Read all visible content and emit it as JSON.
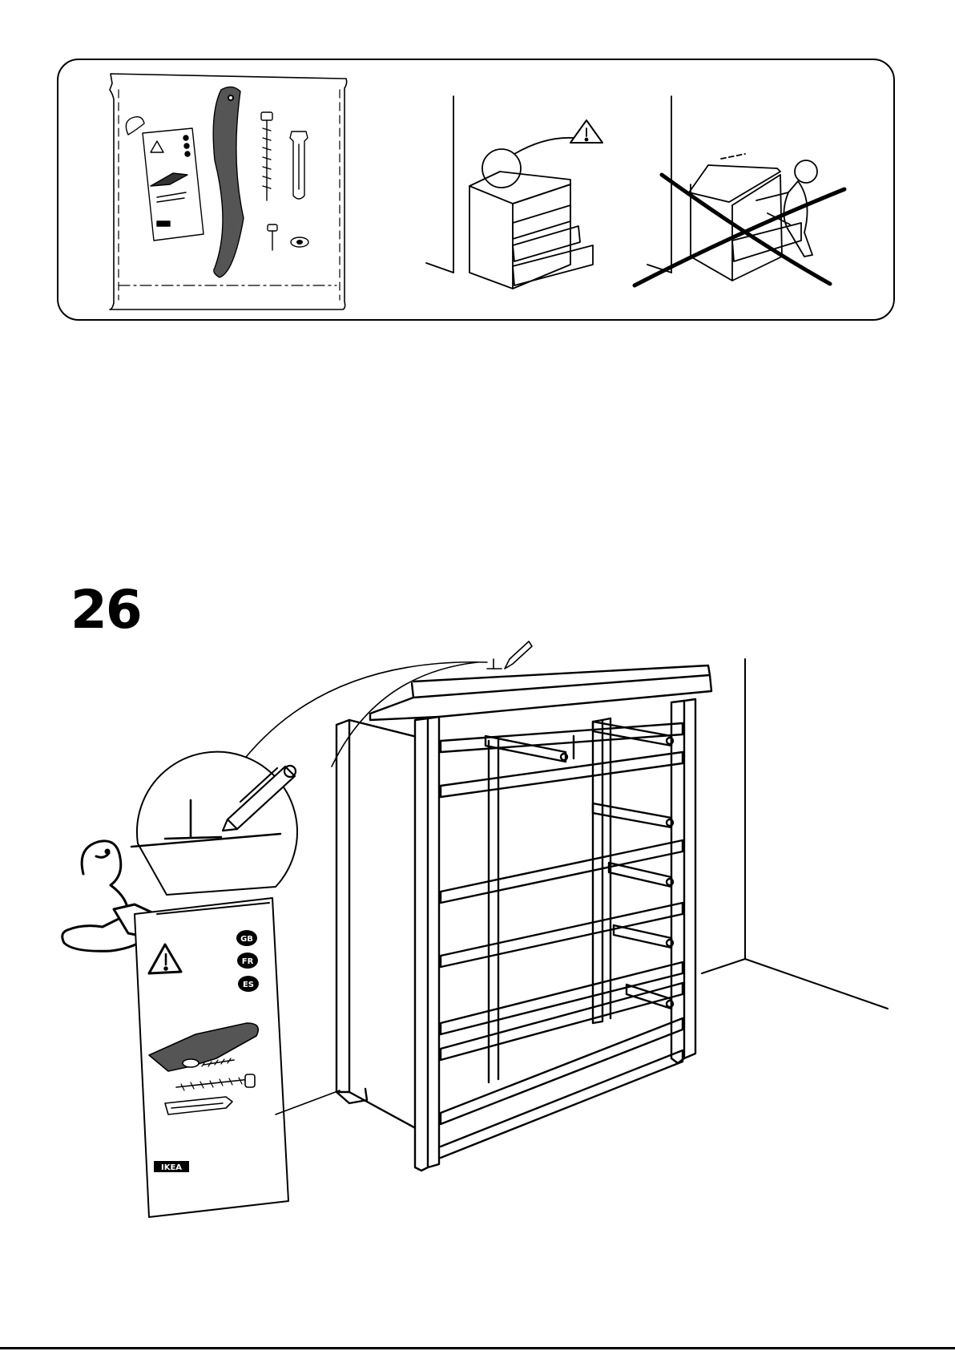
{
  "step": {
    "number": "26"
  },
  "booklet": {
    "languages": [
      "GB",
      "FR",
      "ES"
    ],
    "brand": "IKEA"
  },
  "icons": {
    "warning": "warning-triangle-icon",
    "pencil": "pencil-icon",
    "reader": "manual-reader-icon"
  },
  "colors": {
    "ink": "#000000",
    "paper": "#ffffff"
  }
}
